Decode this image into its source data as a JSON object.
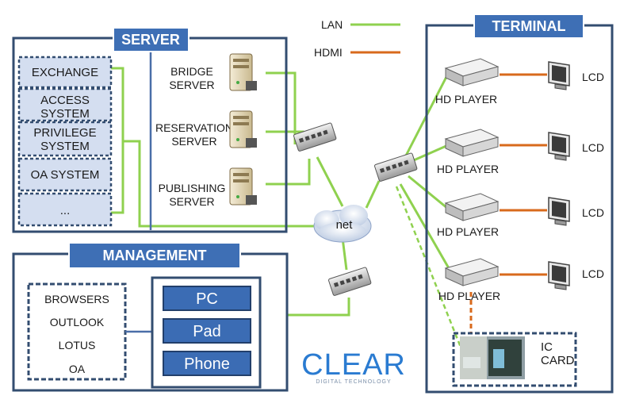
{
  "legend": {
    "lan": "LAN",
    "hdmi": "HDMI",
    "lan_color": "#8fd14f",
    "hdmi_color": "#d86a1c"
  },
  "server": {
    "title": "SERVER",
    "systems": [
      "EXCHANGE",
      "ACCESS SYSTEM",
      "PRIVILEGE SYSTEM",
      "OA SYSTEM",
      "..."
    ],
    "servers": [
      "BRIDGE SERVER",
      "RESERVATION SERVER",
      "PUBLISHING SERVER"
    ]
  },
  "management": {
    "title": "MANAGEMENT",
    "software": [
      "BROWSERS",
      "OUTLOOK",
      "LOTUS",
      "OA"
    ],
    "devices": [
      "PC",
      "Pad",
      "Phone"
    ]
  },
  "network": {
    "cloud_label": "net"
  },
  "terminal": {
    "title": "TERMINAL",
    "players": [
      "HD PLAYER",
      "HD PLAYER",
      "HD PLAYER",
      "HD PLAYER"
    ],
    "displays": [
      "LCD",
      "LCD",
      "LCD",
      "LCD"
    ],
    "ic_card": "IC CARD"
  },
  "logo": {
    "name": "CLEAR",
    "tagline": "DIGITAL TECHNOLOGY"
  },
  "colors": {
    "header_blue": "#3e6fb5",
    "frame": "#334d70",
    "box_fill": "#d4def0",
    "button_blue": "#3b6cb4"
  }
}
